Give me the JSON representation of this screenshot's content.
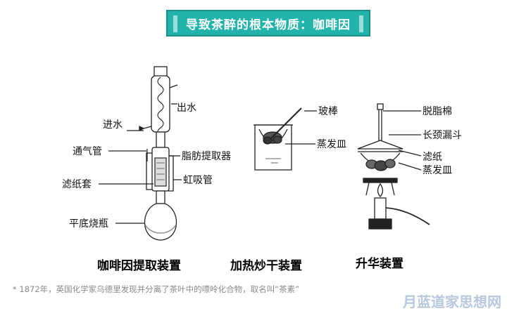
{
  "title": "导致茶醉的根本物质：咖啡因",
  "apparatus_1": {
    "caption": "咖啡因提取装置",
    "labels": {
      "water_out": "出水",
      "water_in": "进水",
      "vent_tube": "通气管",
      "soxhlet": "脂肪提取器",
      "thimble": "滤纸套",
      "siphon": "虹吸管",
      "flask": "平底烧瓶"
    }
  },
  "apparatus_2": {
    "caption": "加热炒干装置",
    "labels": {
      "rod": "玻棒",
      "dish": "蒸发皿"
    }
  },
  "apparatus_3": {
    "caption": "升华装置",
    "labels": {
      "cotton": "脱脂棉",
      "funnel": "长颈漏斗",
      "filter": "滤纸",
      "dish": "蒸发皿"
    }
  },
  "footnote": "* 1872年，英国化学家乌德里发现并分离了茶叶中的嘌呤化合物，取名叫“茶素”",
  "watermark": "月蓝道家思想网"
}
